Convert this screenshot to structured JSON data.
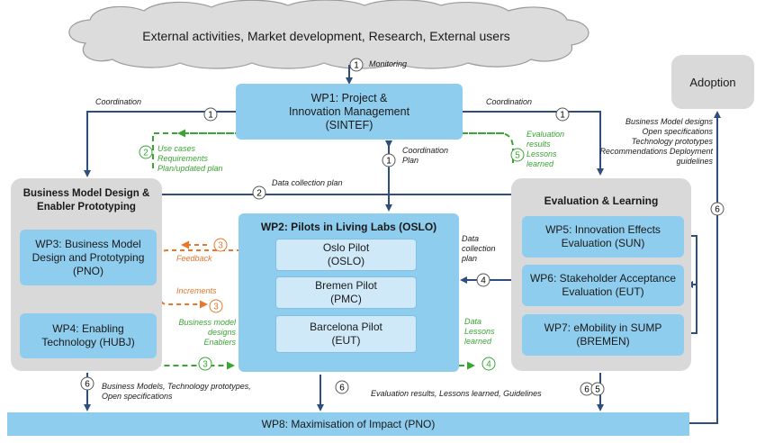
{
  "cloud": {
    "text": "External activities, Market development, Research, External users"
  },
  "adoption": {
    "label": "Adoption"
  },
  "wp1": {
    "line1": "WP1: Project &",
    "line2": "Innovation Management",
    "line3": "(SINTEF)"
  },
  "bmd": {
    "title_line1": "Business Model Design &",
    "title_line2": "Enabler Prototyping"
  },
  "wp3": {
    "line1": "WP3: Business Model",
    "line2": "Design and Prototyping",
    "line3": "(PNO)"
  },
  "wp4": {
    "line1": "WP4: Enabling",
    "line2": "Technology (HUBJ)"
  },
  "wp2": {
    "title": "WP2: Pilots in Living Labs (OSLO)",
    "pilots": [
      {
        "line1": "Oslo Pilot",
        "line2": "(OSLO)"
      },
      {
        "line1": "Bremen Pilot",
        "line2": "(PMC)"
      },
      {
        "line1": "Barcelona Pilot",
        "line2": "(EUT)"
      }
    ]
  },
  "eval": {
    "title": "Evaluation & Learning"
  },
  "wp5": {
    "line1": "WP5: Innovation Effects",
    "line2": "Evaluation (SUN)"
  },
  "wp6": {
    "line1": "WP6: Stakeholder Acceptance",
    "line2": "Evaluation (EUT)"
  },
  "wp7": {
    "line1": "WP7: eMobility in SUMP",
    "line2": "(BREMEN)"
  },
  "wp8": {
    "label": "WP8: Maximisation of Impact (PNO)"
  },
  "labels": {
    "monitoring": "Monitoring",
    "coordination_left": "Coordination",
    "coordination_right": "Coordination",
    "coordination_plan_1": "Coordination",
    "coordination_plan_2": "Plan",
    "data_collection_plan": "Data collection plan",
    "use_cases": [
      "Use cases",
      "Requirements",
      "Plan/updated plan"
    ],
    "eval_results": [
      "Evaluation",
      "results",
      "Lessons",
      "learned"
    ],
    "bm_outputs": [
      "Business Model designs",
      "Open specifications",
      "Technology prototypes",
      "Recommendations  Deployment",
      "guidelines"
    ],
    "feedback": "Feedback",
    "increments": "Increments",
    "bm_enablers": [
      "Business model",
      "designs",
      "Enablers"
    ],
    "data_collection_right": [
      "Data",
      "collection",
      "plan"
    ],
    "data_lessons": [
      "Data",
      "Lessons",
      "learned"
    ],
    "bottom_left": [
      "Business Models, Technology prototypes,",
      "Open specifications"
    ],
    "bottom_right": "Evaluation results, Lessons learned, Guidelines"
  },
  "badges": [
    "1",
    "2",
    "3",
    "4",
    "5",
    "6"
  ],
  "colors": {
    "box_blue": "#8fcdee",
    "box_light": "#cfe9f8",
    "grey": "#d9d9d9",
    "arrow_navy": "#2e4e7e",
    "green": "#3aa535",
    "orange": "#e8772c"
  }
}
